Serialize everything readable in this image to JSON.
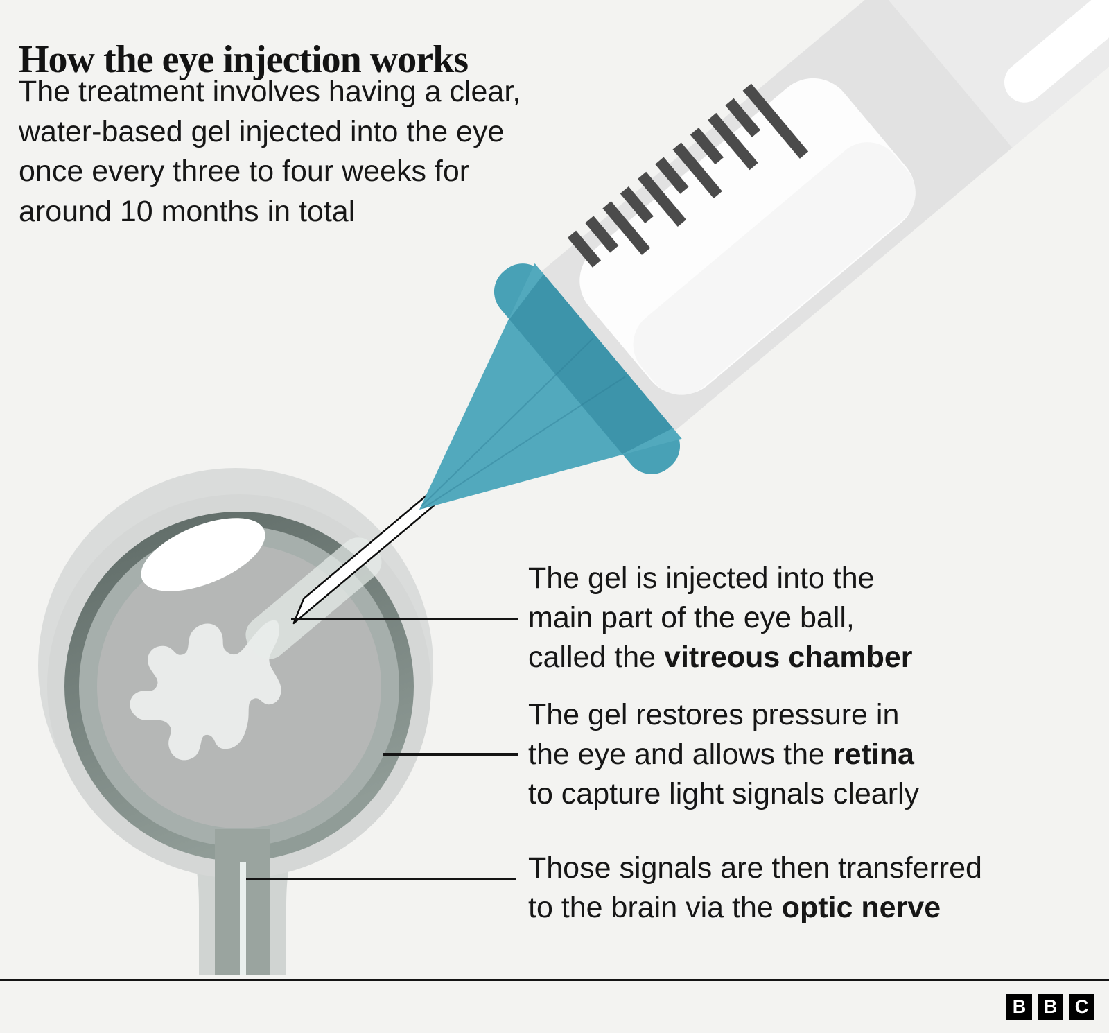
{
  "title": "How the eye injection works",
  "intro": {
    "text": "The treatment involves having a clear,\nwater-based gel injected into the eye\nonce every three to four weeks for\naround 10 months in total"
  },
  "annotations": [
    {
      "lines": [
        {
          "pre": "The gel is injected into the"
        },
        {
          "pre": "main part of the eye ball,"
        },
        {
          "pre": "called the ",
          "bold": "vitreous chamber"
        }
      ]
    },
    {
      "lines": [
        {
          "pre": "The gel restores pressure in"
        },
        {
          "pre": "the eye and allows the ",
          "bold": "retina"
        },
        {
          "pre": "to capture light signals clearly"
        }
      ]
    },
    {
      "lines": [
        {
          "pre": "Those signals are then transferred"
        },
        {
          "pre": "to the brain via the ",
          "bold": "optic nerve"
        }
      ]
    }
  ],
  "logo": {
    "letters": [
      "B",
      "B",
      "C"
    ]
  },
  "colors": {
    "background": "#f3f3f1",
    "text": "#161616",
    "accent_teal_hub": "#52a9bd",
    "accent_teal_collar": "#48a1b6",
    "eye_halo": "#d5d7d6",
    "eye_dark_ring": "#6b7773",
    "eye_mid_ring": "#a6afac",
    "eye_vitreous": "#b5b7b6",
    "gel_splat": "#e9ebea",
    "callout_line": "#141414",
    "divider": "#141414",
    "logo_bg": "#000000",
    "logo_text": "#ffffff"
  }
}
